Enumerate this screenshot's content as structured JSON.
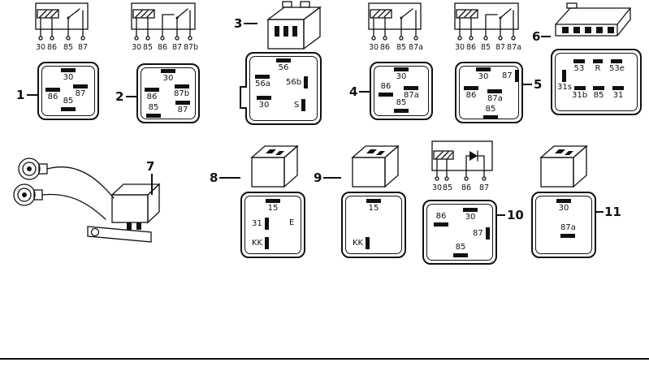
{
  "canvas": {
    "background": "#ffffff",
    "ink": "#111111"
  },
  "items": [
    {
      "number": "1",
      "schematic": [
        "30",
        "86",
        "85",
        "87"
      ],
      "pins": [
        "30",
        "87",
        "86",
        "85"
      ]
    },
    {
      "number": "2",
      "schematic": [
        "30",
        "85",
        "86",
        "87",
        "87b"
      ],
      "pins": [
        "30",
        "87b",
        "86",
        "87",
        "85"
      ]
    },
    {
      "number": "3",
      "pins": [
        "56",
        "56a",
        "56b",
        "30",
        "S"
      ]
    },
    {
      "number": "4",
      "schematic": [
        "30",
        "86",
        "85",
        "87a"
      ],
      "pins": [
        "30",
        "86",
        "87a",
        "85"
      ]
    },
    {
      "number": "5",
      "schematic": [
        "30",
        "86",
        "85",
        "87",
        "87a"
      ],
      "pins": [
        "30",
        "87",
        "86",
        "87a",
        "85"
      ]
    },
    {
      "number": "6",
      "pins": [
        "31s",
        "53",
        "R",
        "53e",
        "31b",
        "85",
        "31"
      ]
    },
    {
      "number": "7",
      "pins": []
    },
    {
      "number": "8",
      "pins": [
        "15",
        "31",
        "E",
        "KK"
      ]
    },
    {
      "number": "9",
      "pins": [
        "15",
        "KK"
      ]
    },
    {
      "number": "10",
      "schematic": [
        "30",
        "85",
        "86",
        "87"
      ],
      "pins": [
        "86",
        "30",
        "87",
        "85"
      ]
    },
    {
      "number": "11",
      "pins": [
        "30",
        "87a"
      ]
    }
  ]
}
